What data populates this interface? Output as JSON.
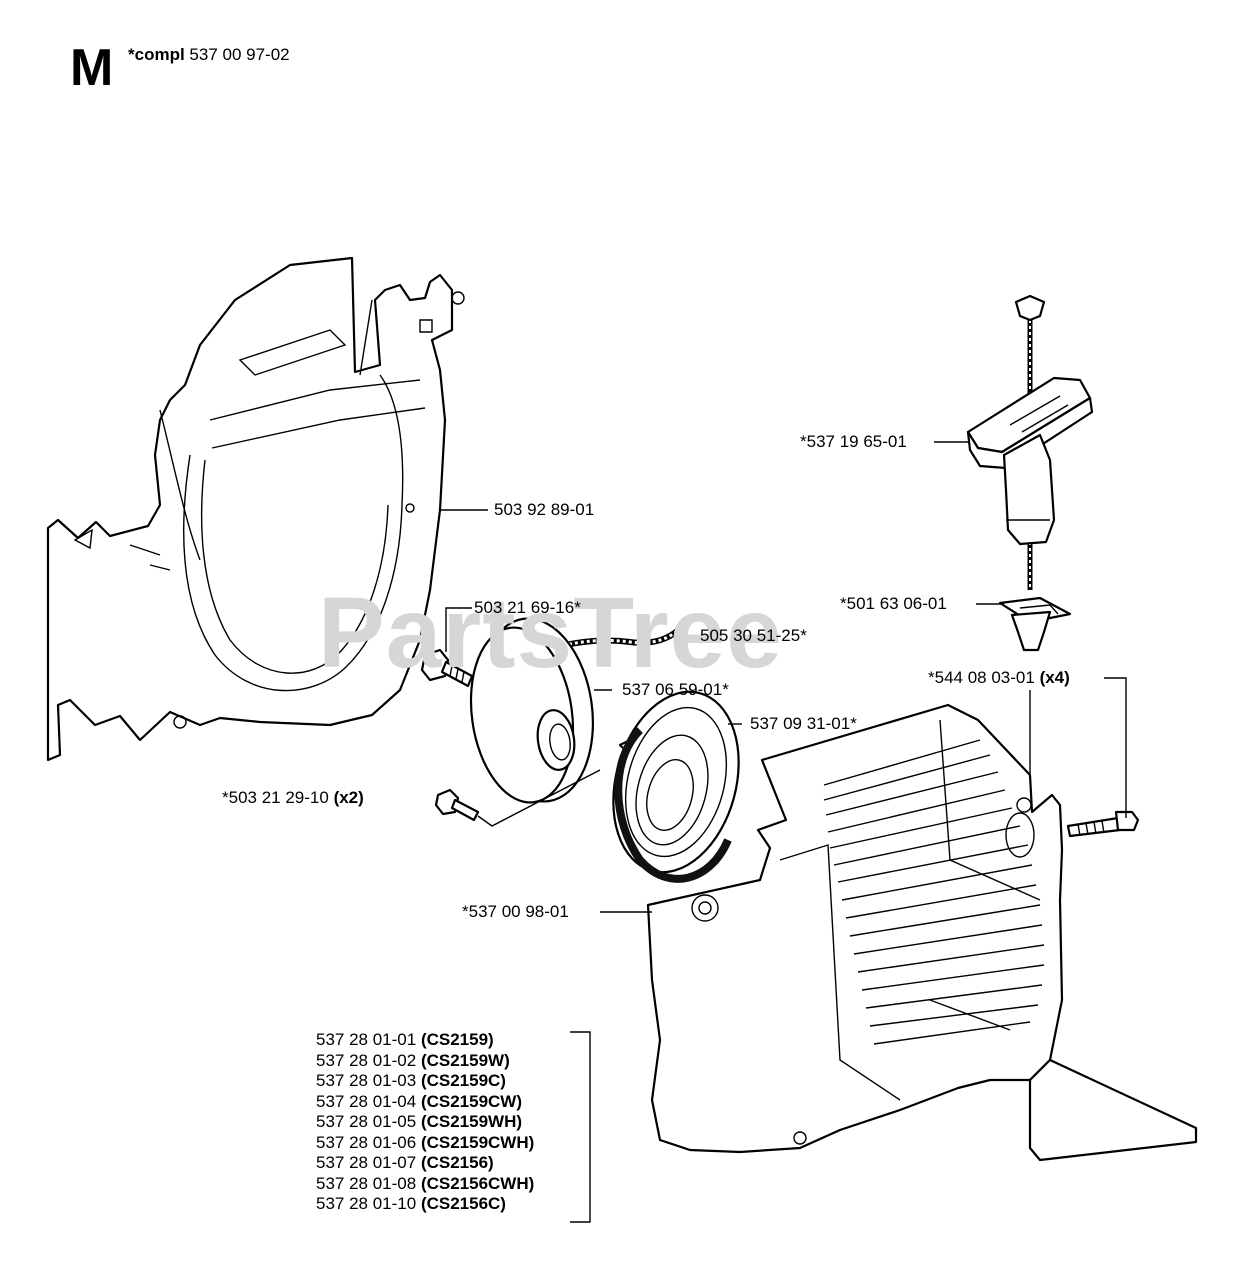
{
  "header": {
    "section_letter": "M",
    "compl_prefix": "*compl",
    "compl_number": "537 00 97-02"
  },
  "watermark": "PartsTree",
  "parts": [
    {
      "id": "p1",
      "number": "503 92 89-01",
      "qty": ""
    },
    {
      "id": "p2",
      "number": "503 21 69-16*",
      "qty": ""
    },
    {
      "id": "p3",
      "number": "505 30 51-25*",
      "qty": ""
    },
    {
      "id": "p4",
      "number": "537 06 59-01*",
      "qty": ""
    },
    {
      "id": "p5",
      "number": "537 09 31-01*",
      "qty": ""
    },
    {
      "id": "p6",
      "number": "*503 21 29-10",
      "qty": "(x2)"
    },
    {
      "id": "p7",
      "number": "*537 00 98-01",
      "qty": ""
    },
    {
      "id": "p8",
      "number": "*537 19 65-01",
      "qty": ""
    },
    {
      "id": "p9",
      "number": "*501 63 06-01",
      "qty": ""
    },
    {
      "id": "p10",
      "number": "*544 08 03-01",
      "qty": "(x4)"
    }
  ],
  "models": [
    {
      "number": "537 28 01-01",
      "model": "(CS2159)"
    },
    {
      "number": "537 28 01-02",
      "model": "(CS2159W)"
    },
    {
      "number": "537 28 01-03",
      "model": "(CS2159C)"
    },
    {
      "number": "537 28 01-04",
      "model": "(CS2159CW)"
    },
    {
      "number": "537 28 01-05",
      "model": "(CS2159WH)"
    },
    {
      "number": "537 28 01-06",
      "model": "(CS2159CWH)"
    },
    {
      "number": "537 28 01-07",
      "model": "(CS2156)"
    },
    {
      "number": "537 28 01-08",
      "model": "(CS2156CWH)"
    },
    {
      "number": "537 28 01-10",
      "model": "(CS2156C)"
    }
  ]
}
